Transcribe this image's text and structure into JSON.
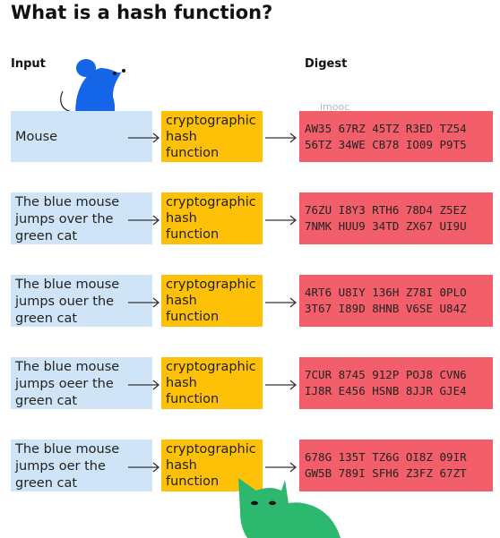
{
  "title": "What is a hash function?",
  "headers": {
    "input": "Input",
    "digest": "Digest"
  },
  "watermark": "imooc",
  "rows": [
    {
      "input": "Mouse",
      "hash_label": "cryptographic\nhash\nfunction",
      "digest_line1": "AW35 67RZ 45TZ R3ED TZ54",
      "digest_line2": "56TZ 34WE CB78 IO09 P9T5"
    },
    {
      "input": "The blue mouse jumps over the green cat",
      "hash_label": "cryptographic\nhash\nfunction",
      "digest_line1": "76ZU I8Y3 RTH6 78D4 Z5EZ",
      "digest_line2": "7NMK HUU9 34TD ZX67 UI9U"
    },
    {
      "input": "The blue mouse jumps ouer the green cat",
      "hash_label": "cryptographic\nhash\nfunction",
      "digest_line1": "4RT6 U8IY 136H Z78I 0PLO",
      "digest_line2": "3T67 I89D 8HNB V6SE U84Z"
    },
    {
      "input": "The blue mouse jumps oeer the green cat",
      "hash_label": "cryptographic\nhash\nfunction",
      "digest_line1": "7CUR 8745 912P POJ8 CVN6",
      "digest_line2": "IJ8R E456 HSNB 8JJR GJE4"
    },
    {
      "input": "The blue mouse jumps oer the green cat",
      "hash_label": "cryptographic\nhash\nfunction",
      "digest_line1": "678G 135T TZ6G OI8Z 09IR",
      "digest_line2": "GW5B 789I SFH6 Z3FZ 67ZT"
    }
  ],
  "colors": {
    "input_box": "#cfe4f7",
    "hash_box": "#ffc107",
    "digest_box": "#f25f6b",
    "mouse": "#1565e8",
    "cat": "#2cb86e"
  },
  "illustrations": [
    "mouse-illustration",
    "cat-illustration"
  ]
}
